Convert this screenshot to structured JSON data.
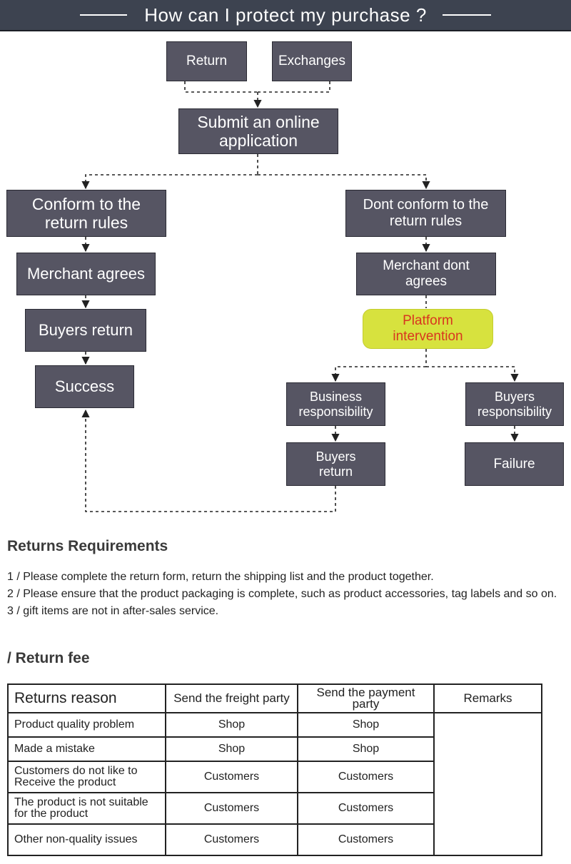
{
  "header": {
    "title": "How can I protect my purchase ?"
  },
  "flow": {
    "return": "Return",
    "exchanges": "Exchanges",
    "submit": "Submit an online application",
    "conform": "Conform to the return rules",
    "dont_conform": "Dont conform to the return rules",
    "merchant_agrees": "Merchant agrees",
    "merchant_dont_agrees": "Merchant dont agrees",
    "buyers_return_left": "Buyers return",
    "platform_intervention": "Platform intervention",
    "success": "Success",
    "business_responsibility": "Business responsibility",
    "buyers_responsibility": "Buyers responsibility",
    "buyers_return_right": "Buyers return",
    "failure": "Failure"
  },
  "colors": {
    "box_fill": "#565563",
    "highlight_fill": "#d7e23e",
    "highlight_text": "#d8361f",
    "header_bg": "#3d4350"
  },
  "requirements": {
    "title": "Returns Requirements",
    "items": [
      "1 / Please complete the return form, return the shipping list and the product together.",
      "2 / Please ensure that the product packaging is complete, such as product accessories, tag labels and so on.",
      "3 / gift items are not in after-sales service."
    ]
  },
  "fee": {
    "title": "/ Return fee",
    "headers": [
      "Returns reason",
      "Send the freight party",
      "Send the payment party",
      "Remarks"
    ],
    "rows": [
      {
        "reason": "Product quality problem",
        "freight": "Shop",
        "payment": "Shop"
      },
      {
        "reason": "Made a mistake",
        "freight": "Shop",
        "payment": "Shop"
      },
      {
        "reason": "Customers do not like to Receive the product",
        "freight": "Customers",
        "payment": "Customers"
      },
      {
        "reason": "The product is not suitable for the product",
        "freight": "Customers",
        "payment": "Customers"
      },
      {
        "reason": "Other non-quality issues",
        "freight": "Customers",
        "payment": "Customers"
      }
    ]
  }
}
